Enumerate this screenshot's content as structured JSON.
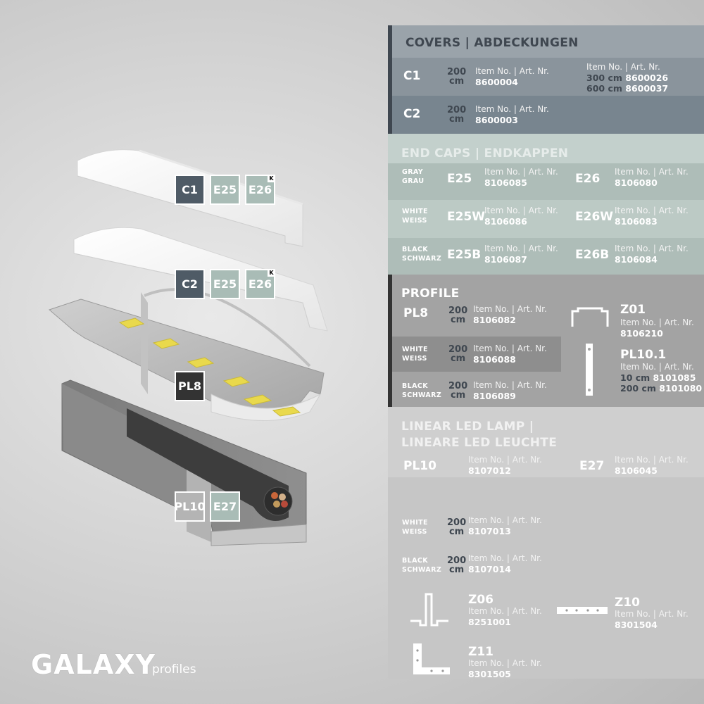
{
  "covers": {
    "title": "COVERS | ABDECKUNGEN",
    "rows": [
      {
        "code": "C1",
        "length": "200",
        "unit": "cm",
        "item_label": "Item No. | Art. Nr.",
        "item_no": "8600004",
        "extra_label": "Item No. | Art. Nr.",
        "extra": [
          {
            "len": "300 cm",
            "no": "8600026"
          },
          {
            "len": "600 cm",
            "no": "8600037"
          }
        ]
      },
      {
        "code": "C2",
        "length": "200",
        "unit": "cm",
        "item_label": "Item No. | Art. Nr.",
        "item_no": "8600003"
      }
    ]
  },
  "endcaps": {
    "title": "END CAPS | ENDKAPPEN",
    "rows": [
      {
        "color": [
          "GRAY",
          "GRAU"
        ],
        "a_code": "E25",
        "a_label": "Item No. | Art. Nr.",
        "a_no": "8106085",
        "b_code": "E26",
        "b_label": "Item No. | Art. Nr.",
        "b_no": "8106080"
      },
      {
        "color": [
          "WHITE",
          "WEISS"
        ],
        "a_code": "E25W",
        "a_label": "Item No. | Art. Nr.",
        "a_no": "8106086",
        "b_code": "E26W",
        "b_label": "Item No. | Art. Nr.",
        "b_no": "8106083"
      },
      {
        "color": [
          "BLACK",
          "SCHWARZ"
        ],
        "a_code": "E25B",
        "a_label": "Item No. | Art. Nr.",
        "a_no": "8106087",
        "b_code": "E26B",
        "b_label": "Item No. | Art. Nr.",
        "b_no": "8106084"
      }
    ]
  },
  "profile": {
    "title": "PROFILE",
    "code": "PL8",
    "rows": [
      {
        "color": [],
        "length": "200",
        "unit": "cm",
        "label": "Item No. | Art. Nr.",
        "no": "8106082"
      },
      {
        "color": [
          "WHITE",
          "WEISS"
        ],
        "length": "200",
        "unit": "cm",
        "label": "Item No. | Art. Nr.",
        "no": "8106088"
      },
      {
        "color": [
          "BLACK",
          "SCHWARZ"
        ],
        "length": "200",
        "unit": "cm",
        "label": "Item No. | Art. Nr.",
        "no": "8106089"
      }
    ],
    "z01": {
      "code": "Z01",
      "label": "Item No. | Art. Nr.",
      "no": "8106210"
    },
    "pl101": {
      "code": "PL10.1",
      "label": "Item No. | Art. Nr.",
      "l1": "10 cm",
      "n1": "8101085",
      "l2": "200 cm",
      "n2": "8101080"
    }
  },
  "lamp": {
    "title_1": "LINEAR LED LAMP |",
    "title_2": "LINEARE LED LEUCHTE",
    "code": "PL10",
    "rows": [
      {
        "color": [],
        "label": "Item No. | Art. Nr.",
        "no": "8107012"
      },
      {
        "color": [
          "WHITE",
          "WEISS"
        ],
        "length": "200",
        "unit": "cm",
        "label": "Item No. | Art. Nr.",
        "no": "8107013"
      },
      {
        "color": [
          "BLACK",
          "SCHWARZ"
        ],
        "length": "200",
        "unit": "cm",
        "label": "Item No. | Art. Nr.",
        "no": "8107014"
      }
    ],
    "e27": {
      "code": "E27",
      "label": "Item No. | Art. Nr.",
      "no": "8106045"
    },
    "z06": {
      "code": "Z06",
      "label": "Item No. | Art. Nr.",
      "no": "8251001"
    },
    "z10": {
      "code": "Z10",
      "label": "Item No. | Art. Nr.",
      "no": "8301504"
    },
    "z11": {
      "code": "Z11",
      "label": "Item No. | Art. Nr.",
      "no": "8301505"
    }
  },
  "tags": {
    "c1": "C1",
    "e25a": "E25",
    "e26a": "E26",
    "k": "K",
    "c2": "C2",
    "e25b": "E25",
    "e26b": "E26",
    "pl8": "PL8",
    "pl10": "PL10",
    "e27": "E27"
  },
  "logo": {
    "brand": "GALAXY",
    "sub": "profiles"
  },
  "colors": {
    "covers_header": "#6a7985",
    "covers_row": "#8a959e",
    "endcaps_bg": "#b9c8c3",
    "profile_bg": "#9c9c9c",
    "lamp_bg": "#c7c7c7",
    "accent_dark": "#3f4750"
  }
}
